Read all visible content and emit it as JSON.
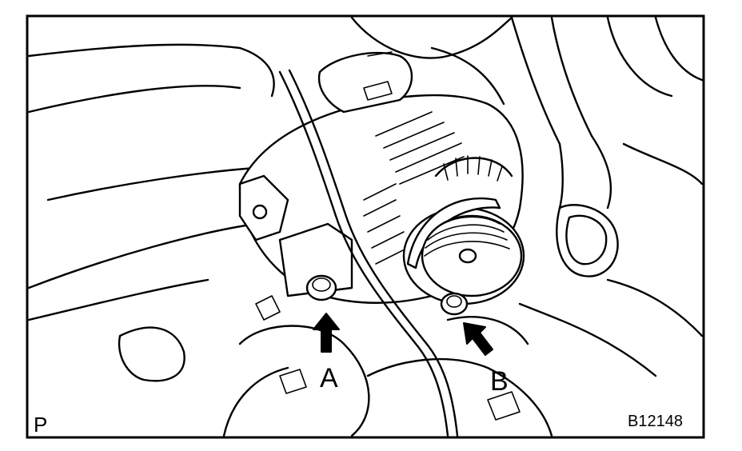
{
  "labels": {
    "arrow_a": "A",
    "arrow_b": "B",
    "corner_mark": "P",
    "figure_code": "B12148"
  },
  "colors": {
    "ink": "#000000",
    "paper": "#ffffff"
  }
}
